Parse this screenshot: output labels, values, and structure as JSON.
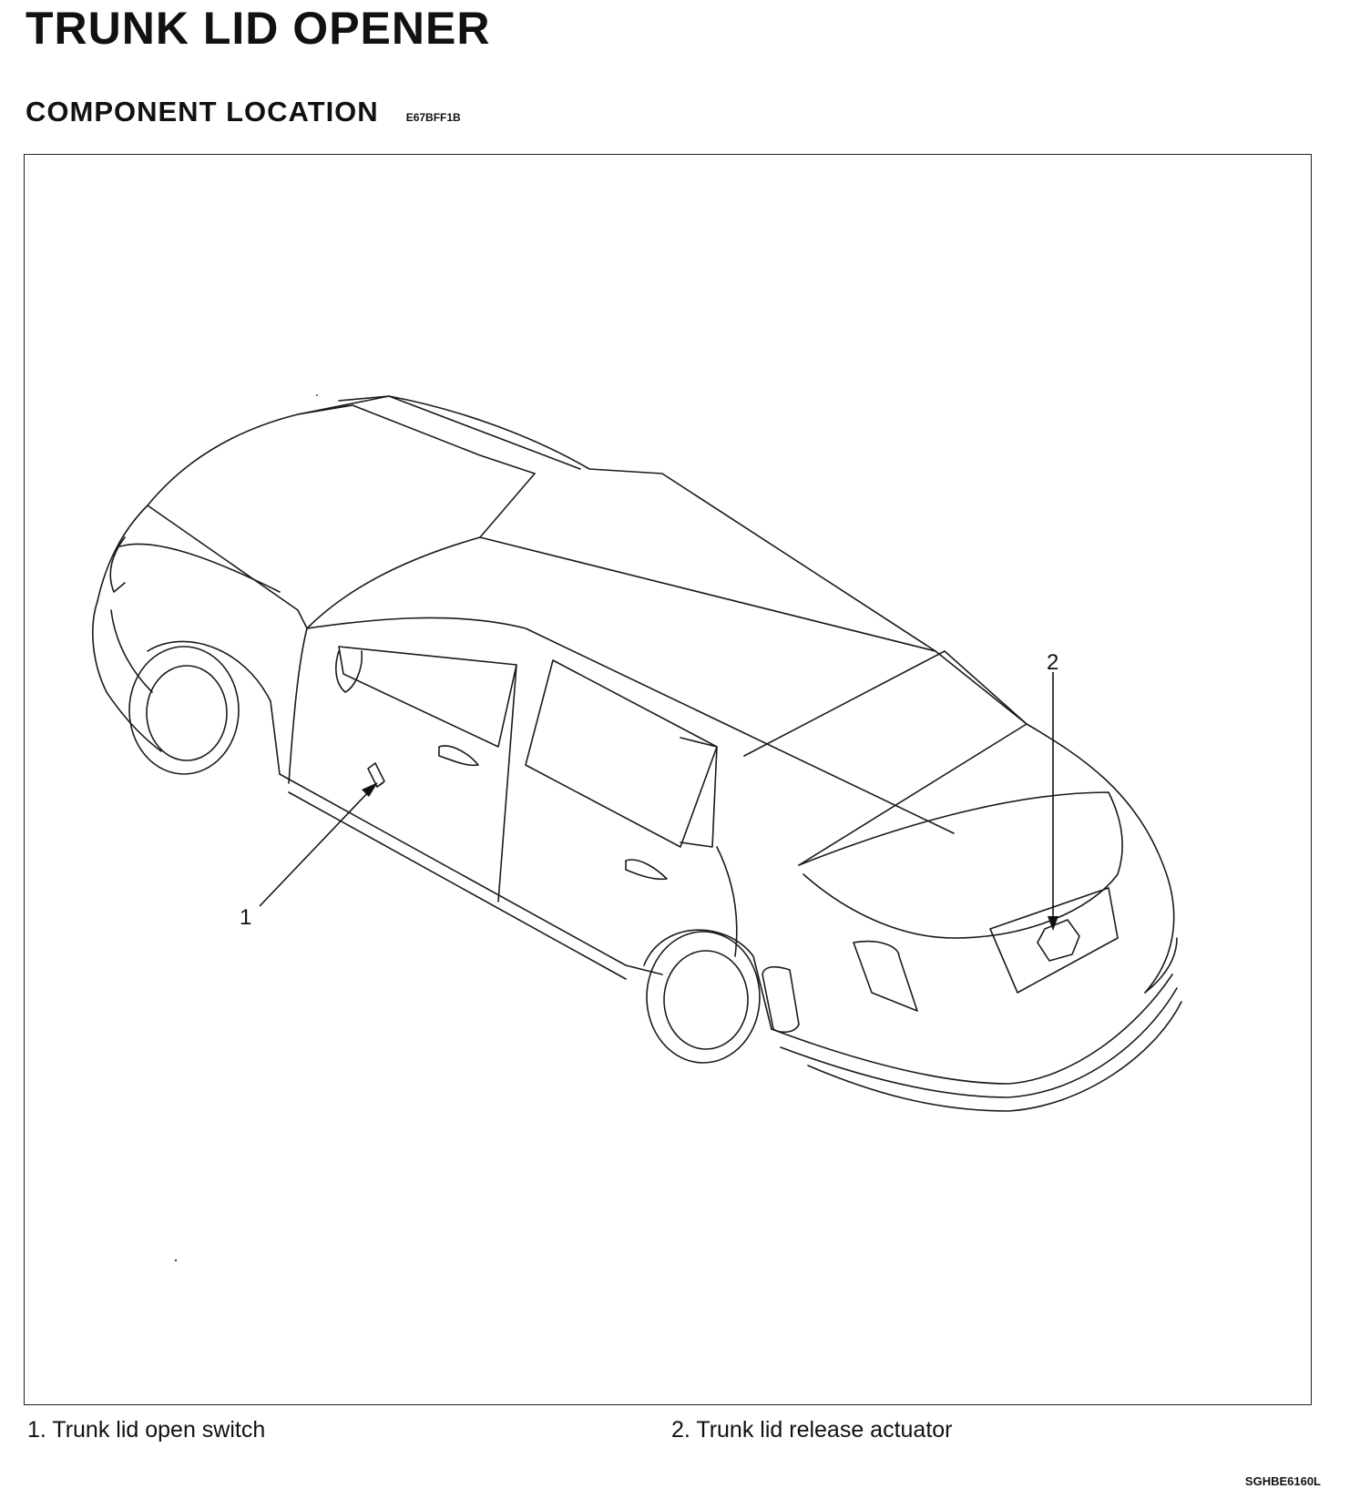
{
  "page_title": "TRUNK LID OPENER",
  "section": {
    "title": "COMPONENT LOCATION",
    "code": "E67BFF1B"
  },
  "figure": {
    "callouts": [
      "1",
      "2"
    ],
    "figure_code": "SGHBE6160L"
  },
  "legend": [
    {
      "number": "1.",
      "label": "Trunk lid open switch"
    },
    {
      "number": "2.",
      "label": "Trunk lid release actuator"
    }
  ]
}
